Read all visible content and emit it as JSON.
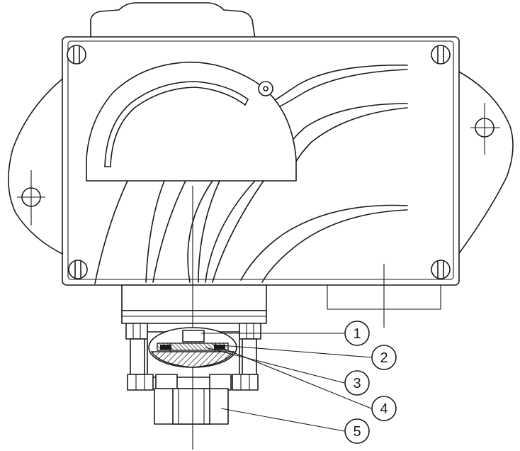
{
  "diagram": {
    "callouts": [
      {
        "label": "1"
      },
      {
        "label": "2"
      },
      {
        "label": "3"
      },
      {
        "label": "4"
      },
      {
        "label": "5"
      }
    ]
  },
  "colors": {
    "stroke": "#1a1a1a",
    "background": "#ffffff",
    "hatch": "#1a1a1a"
  }
}
